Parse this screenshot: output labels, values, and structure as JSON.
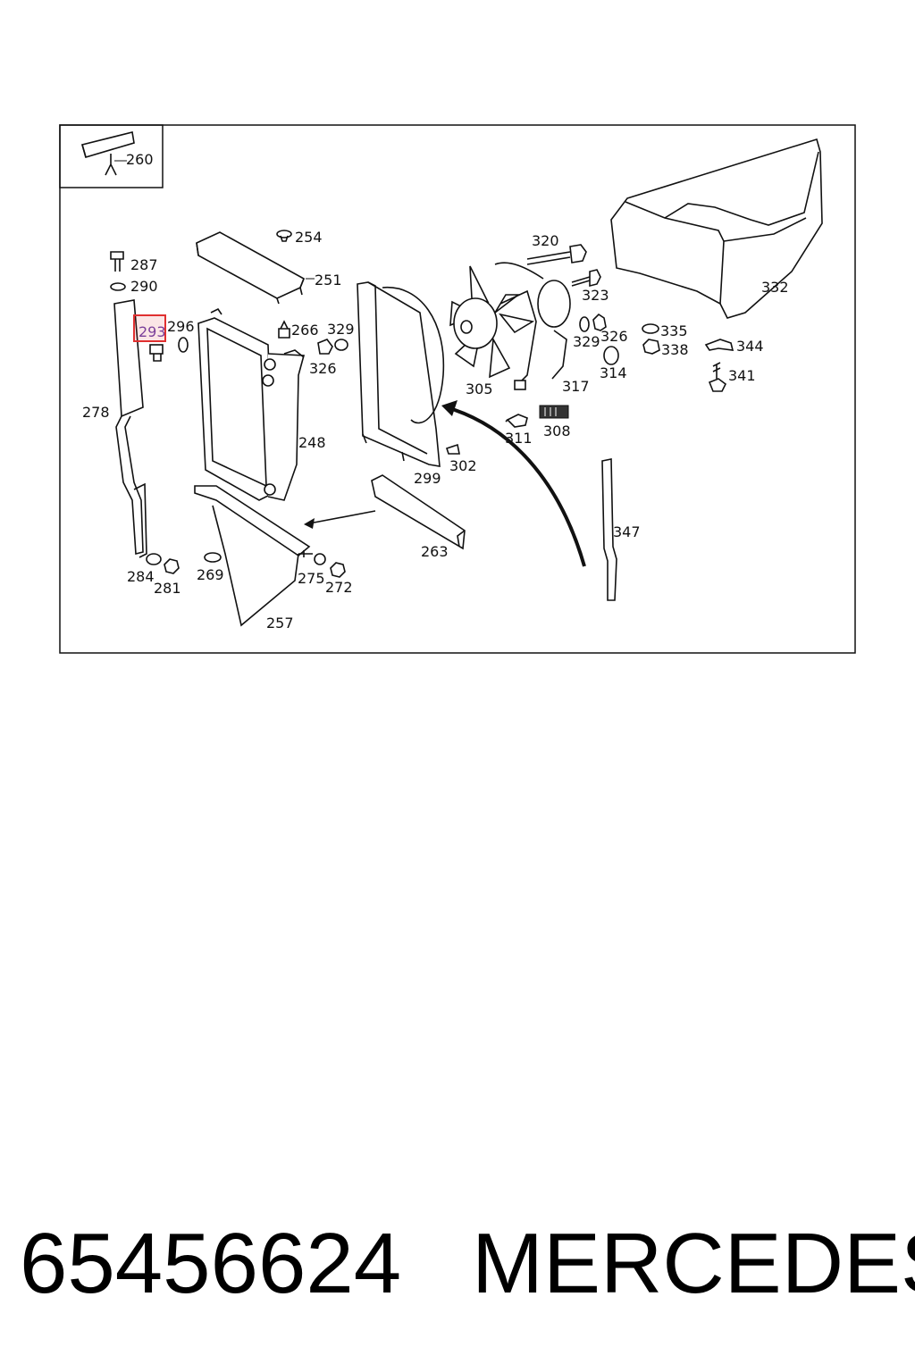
{
  "labels": {
    "l260": "260",
    "l254": "254",
    "l251": "251",
    "l287": "287",
    "l290": "290",
    "l293": "293",
    "l296": "296",
    "l266": "266",
    "l329a": "329",
    "l326a": "326",
    "l278": "278",
    "l248": "248",
    "l320": "320",
    "l323": "323",
    "l332": "332",
    "l305": "305",
    "l317": "317",
    "l329b": "329",
    "l326b": "326",
    "l314": "314",
    "l335": "335",
    "l338": "338",
    "l344": "344",
    "l341": "341",
    "l311": "311",
    "l308": "308",
    "l302": "302",
    "l299": "299",
    "l263": "263",
    "l347": "347",
    "l284": "284",
    "l281": "281",
    "l269": "269",
    "l275": "275",
    "l272": "272",
    "l257": "257"
  },
  "highlight": {
    "label": "293",
    "color": "#e03030"
  },
  "footer": {
    "part_number": "65456624",
    "brand": "MERCEDES"
  }
}
